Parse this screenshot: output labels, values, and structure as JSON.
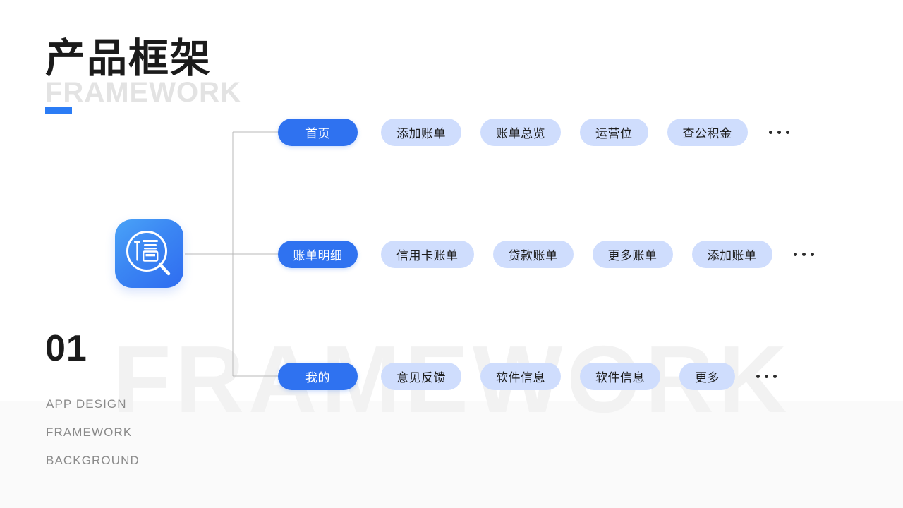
{
  "slide": {
    "title": "产品框架",
    "subtitle": "FRAMEWORK",
    "watermark": "FRAMEWORK",
    "section_number": "01",
    "meta_lines": [
      "APP DESIGN",
      "FRAMEWORK",
      "BACKGROUND"
    ],
    "accent_color": "#2b7cf5",
    "primary_pill_color": "#2f72f0",
    "child_pill_color": "#cfddfd",
    "connector_color": "#b9b9b9"
  },
  "app_icon": {
    "name": "app-icon-credit-inquiry",
    "glyph": "信",
    "gradient_from": "#4aa3f7",
    "gradient_to": "#2f6cf0"
  },
  "tree": {
    "rows": [
      {
        "primary": "首页",
        "children": [
          "添加账单",
          "账单总览",
          "运营位",
          "查公积金"
        ],
        "more": "…"
      },
      {
        "primary": "账单明细",
        "children": [
          "信用卡账单",
          "贷款账单",
          "更多账单",
          "添加账单"
        ],
        "more": "…"
      },
      {
        "primary": "我的",
        "children": [
          "意见反馈",
          "软件信息",
          "软件信息",
          "更多"
        ],
        "more": "…"
      }
    ]
  }
}
